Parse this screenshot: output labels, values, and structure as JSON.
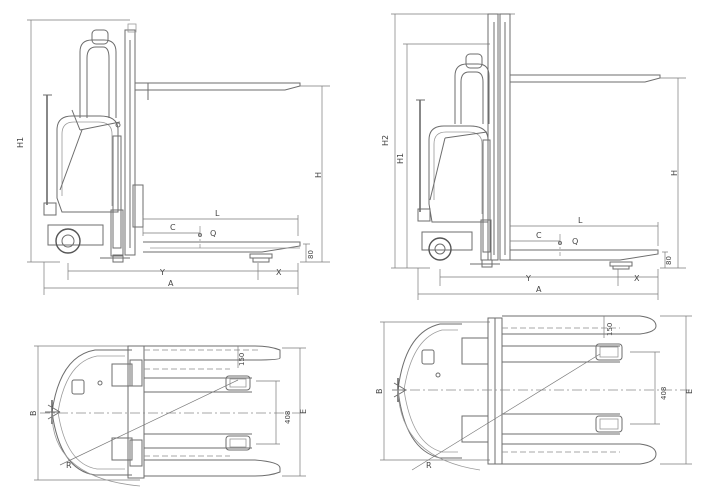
{
  "side_view_left": {
    "dim_H1": "H1",
    "dim_H": "H",
    "dim_L": "L",
    "dim_C": "C",
    "dim_Q": "Q",
    "dim_Y": "Y",
    "dim_X": "X",
    "dim_A": "A",
    "dim_ground": "80"
  },
  "side_view_right": {
    "dim_H2": "H2",
    "dim_H1": "H1",
    "dim_H": "H",
    "dim_L": "L",
    "dim_C": "C",
    "dim_Q": "Q",
    "dim_Y": "Y",
    "dim_X": "X",
    "dim_A": "A",
    "dim_ground": "80"
  },
  "top_view_left": {
    "dim_B": "B",
    "dim_E": "E",
    "dim_R": "R",
    "dim_fork_w": "150",
    "dim_fork_gap": "408"
  },
  "top_view_right": {
    "dim_B": "B",
    "dim_E": "E",
    "dim_R": "R",
    "dim_fork_w": "150",
    "dim_fork_gap": "408"
  }
}
